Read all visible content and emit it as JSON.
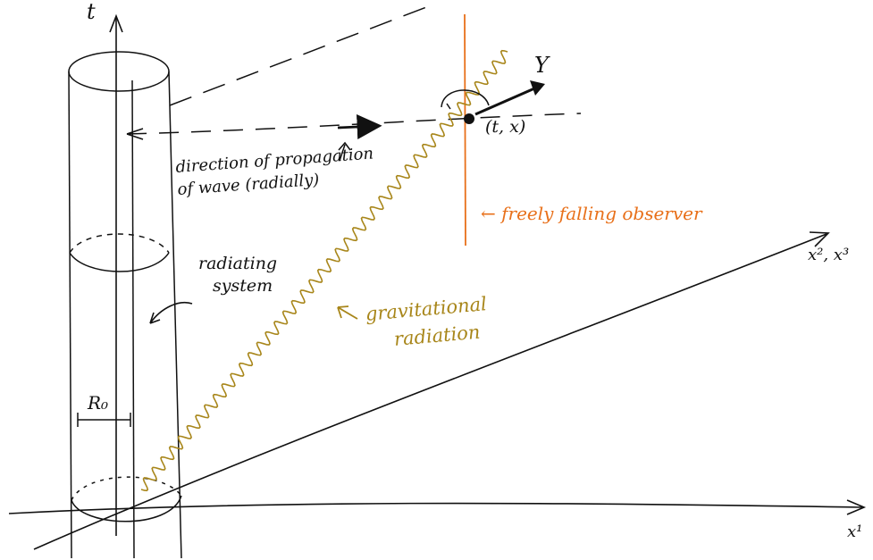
{
  "axes": {
    "t_label": "t",
    "x1_label": "x¹",
    "x23_label": "x², x³",
    "radius_label": "R₀"
  },
  "annotations": {
    "direction_line1": "direction of propagation",
    "direction_line2": "of wave (radially)",
    "radiating_line1": "radiating",
    "radiating_line2": "system",
    "observer_label": "← freely falling observer",
    "gravitational_line1": "gravitational",
    "gravitational_line2": "radiation",
    "event_label": "(t, x)",
    "Y_label": "Y"
  },
  "colors": {
    "ink": "#111111",
    "observer": "#e8701a",
    "radiation": "#a8861a"
  }
}
